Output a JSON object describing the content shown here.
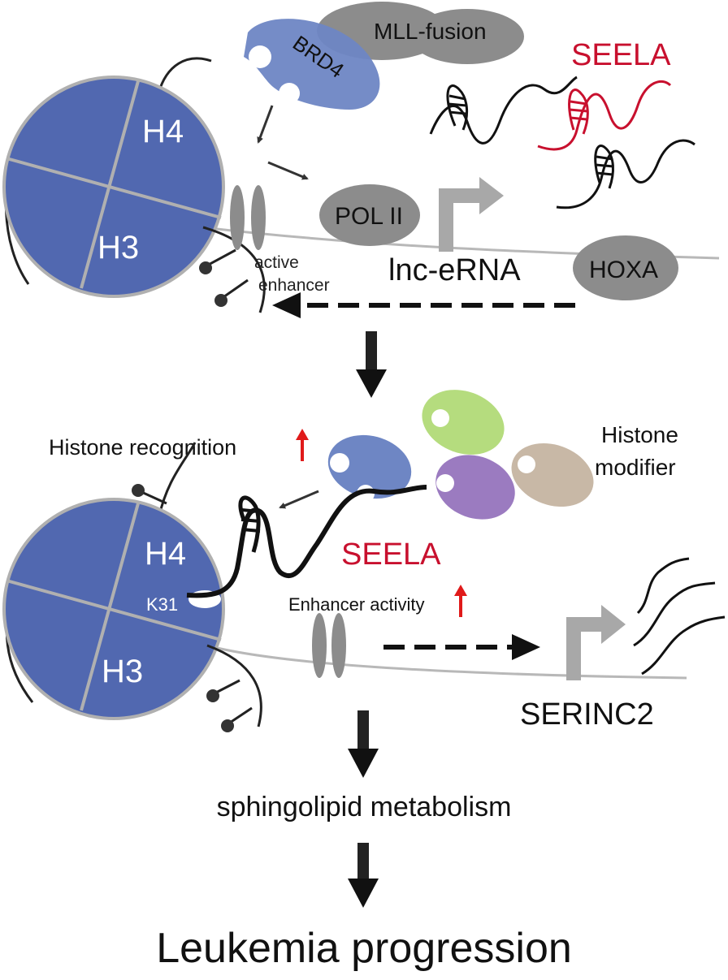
{
  "top": {
    "mll_fusion": "MLL-fusion",
    "brd4": "BRD4",
    "seela": "SEELA",
    "h4": "H4",
    "h3": "H3",
    "pol2": "POL II",
    "active_enhancer_line1": "active",
    "active_enhancer_line2": "enhancer",
    "lnc_erna": "lnc-eRNA",
    "hoxa": "HOXA"
  },
  "bottom": {
    "histone_recognition": "Histone recognition",
    "histone_modifier_line1": "Histone",
    "histone_modifier_line2": "modifier",
    "seela": "SEELA",
    "h4": "H4",
    "k31": "K31",
    "h3": "H3",
    "enhancer_activity": "Enhancer activity",
    "serinc2": "SERINC2"
  },
  "outcome": {
    "metabolism": "sphingolipid metabolism",
    "progression": "Leukemia progression"
  },
  "colors": {
    "histone_blue": "#5168b0",
    "brd4_blue": "#6e86c4",
    "seela_red": "#c8102e",
    "up_arrow_red": "#e01a1a",
    "gray_protein": "#8c8c8c",
    "green_modifier": "#b5dc7e",
    "purple_modifier": "#9b7bc0",
    "tan_modifier": "#c8b8a6"
  }
}
